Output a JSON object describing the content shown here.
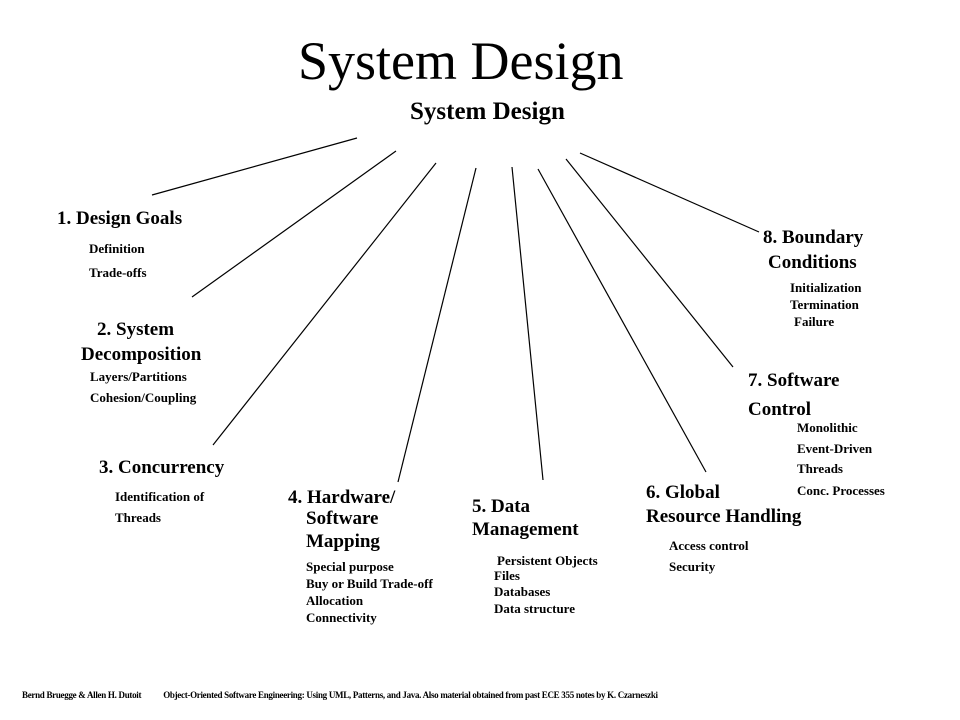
{
  "title": "System Design",
  "subtitle": "System Design",
  "nodes": [
    {
      "heading": [
        "1. Design Goals"
      ],
      "items": [
        "Definition",
        "Trade-offs"
      ]
    },
    {
      "heading": [
        "2. System",
        "Decomposition"
      ],
      "items": [
        "Layers/Partitions",
        "Cohesion/Coupling"
      ]
    },
    {
      "heading": [
        "3. Concurrency"
      ],
      "items": [
        "Identification of",
        "Threads"
      ]
    },
    {
      "heading": [
        "4. Hardware/",
        "Software",
        "Mapping"
      ],
      "items": [
        "Special purpose",
        "Buy or Build Trade-off",
        "Allocation",
        "Connectivity"
      ]
    },
    {
      "heading": [
        "5. Data",
        "Management"
      ],
      "items": [
        "Persistent Objects",
        "Files",
        "Databases",
        "Data structure"
      ]
    },
    {
      "heading": [
        "6. Global",
        "Resource Handling"
      ],
      "items": [
        "Access control",
        "Security"
      ]
    },
    {
      "heading": [
        "7. Software",
        "Control"
      ],
      "items": [
        "Monolithic",
        "Event-Driven",
        "Threads",
        "Conc. Processes"
      ]
    },
    {
      "heading": [
        "8. Boundary",
        "Conditions"
      ],
      "items": [
        "Initialization",
        "Termination",
        "Failure"
      ]
    }
  ],
  "footer": {
    "authors": "Bernd Bruegge & Allen H. Dutoit",
    "book": "Object-Oriented Software Engineering: Using UML, Patterns, and Java. Also material obtained from past ECE 355 notes by K. Czarneszki"
  }
}
